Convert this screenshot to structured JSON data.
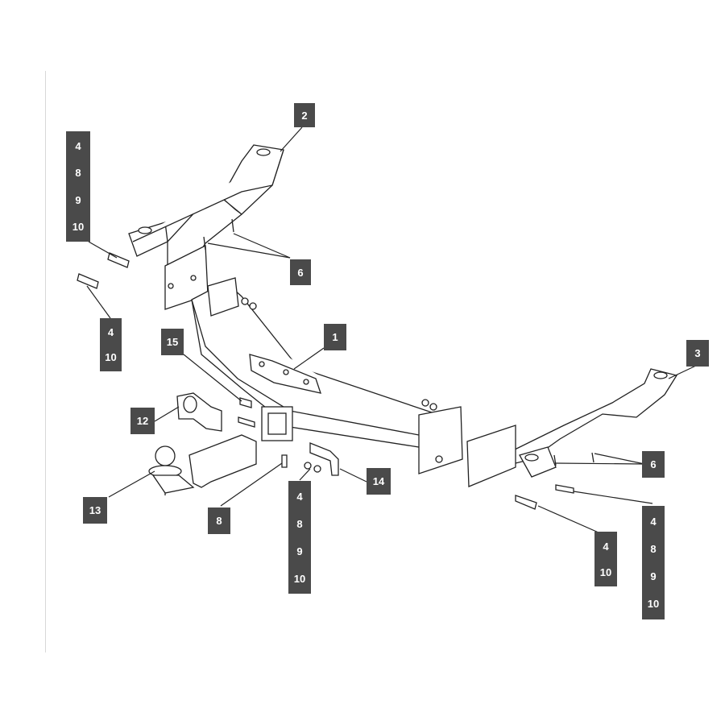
{
  "labels": {
    "l2": [
      "2"
    ],
    "l4_8_9_10_left": [
      "4",
      "8",
      "9",
      "10"
    ],
    "l6_top": [
      "6"
    ],
    "l4_10_left": [
      "4",
      "10"
    ],
    "l15": [
      "15"
    ],
    "l1": [
      "1"
    ],
    "l3": [
      "3"
    ],
    "l12": [
      "12"
    ],
    "l13": [
      "13"
    ],
    "l8": [
      "8"
    ],
    "l4_8_9_10_center": [
      "4",
      "8",
      "9",
      "10"
    ],
    "l14": [
      "14"
    ],
    "l6_right": [
      "6"
    ],
    "l4_10_right": [
      "4",
      "10"
    ],
    "l4_8_9_10_right": [
      "4",
      "8",
      "9",
      "10"
    ]
  },
  "colors": {
    "label_bg": "#4a4a4a",
    "label_text": "#ffffff",
    "line": "#222222"
  }
}
